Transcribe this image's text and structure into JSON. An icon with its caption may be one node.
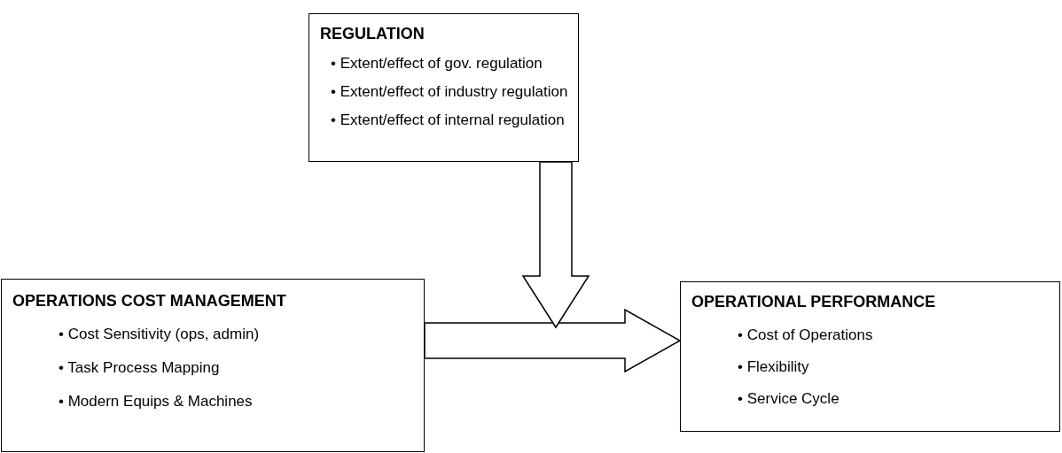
{
  "diagram": {
    "nodes": [
      {
        "text": [
          "REGULATION",
          "• Extent/effect of gov. regulation",
          "• Extent/effect of industry regulation",
          "• Extent/effect of internal regulation"
        ]
      },
      {
        "text": [
          "OPERATIONS COST MANAGEMENT",
          "• Cost Sensitivity (ops, admin)",
          "• Task Process Mapping",
          "• Modern Equips & Machines"
        ]
      },
      {
        "text": [
          "OPERATIONAL PERFORMANCE",
          "• Cost of Operations",
          "• Flexibility",
          "• Service Cycle"
        ]
      }
    ],
    "edges": [
      {
        "from": 0,
        "to": null,
        "arrow": "to",
        "style": "thick"
      },
      {
        "from": 1,
        "to": 2,
        "arrow": "to",
        "style": "thick"
      }
    ]
  }
}
